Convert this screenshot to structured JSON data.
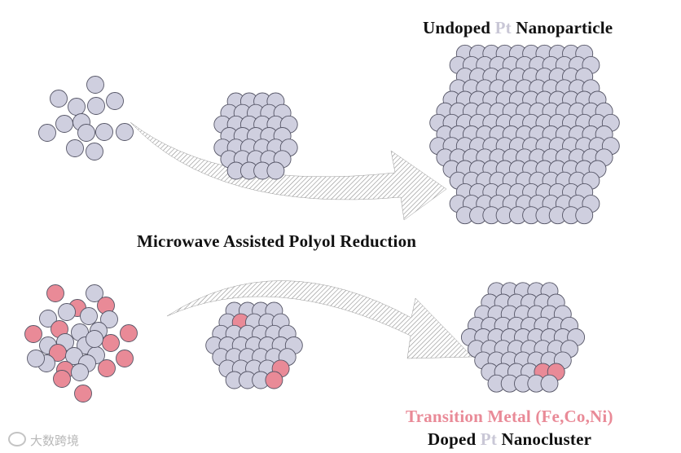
{
  "titles": {
    "undoped_prefix": "Undoped ",
    "undoped_pt": "Pt",
    "undoped_suffix": " Nanoparticle",
    "method": "Microwave Assisted Polyol Reduction",
    "transition_metal": "Transition Metal (Fe,Co,Ni)",
    "doped_prefix": "Doped ",
    "doped_pt": "Pt",
    "doped_suffix": " Nanocluster"
  },
  "watermark": {
    "text": "大数跨境",
    "icon": "watermark-logo-icon"
  },
  "colors": {
    "pt_atom": "#cfcfdf",
    "dopant_atom": "#e98a97",
    "atom_outline": "#555566",
    "arrow_hatch": "#8d8d8d",
    "text": "#111111",
    "pt_label": "#c9c7d6",
    "transition_label": "#e98a97"
  }
}
